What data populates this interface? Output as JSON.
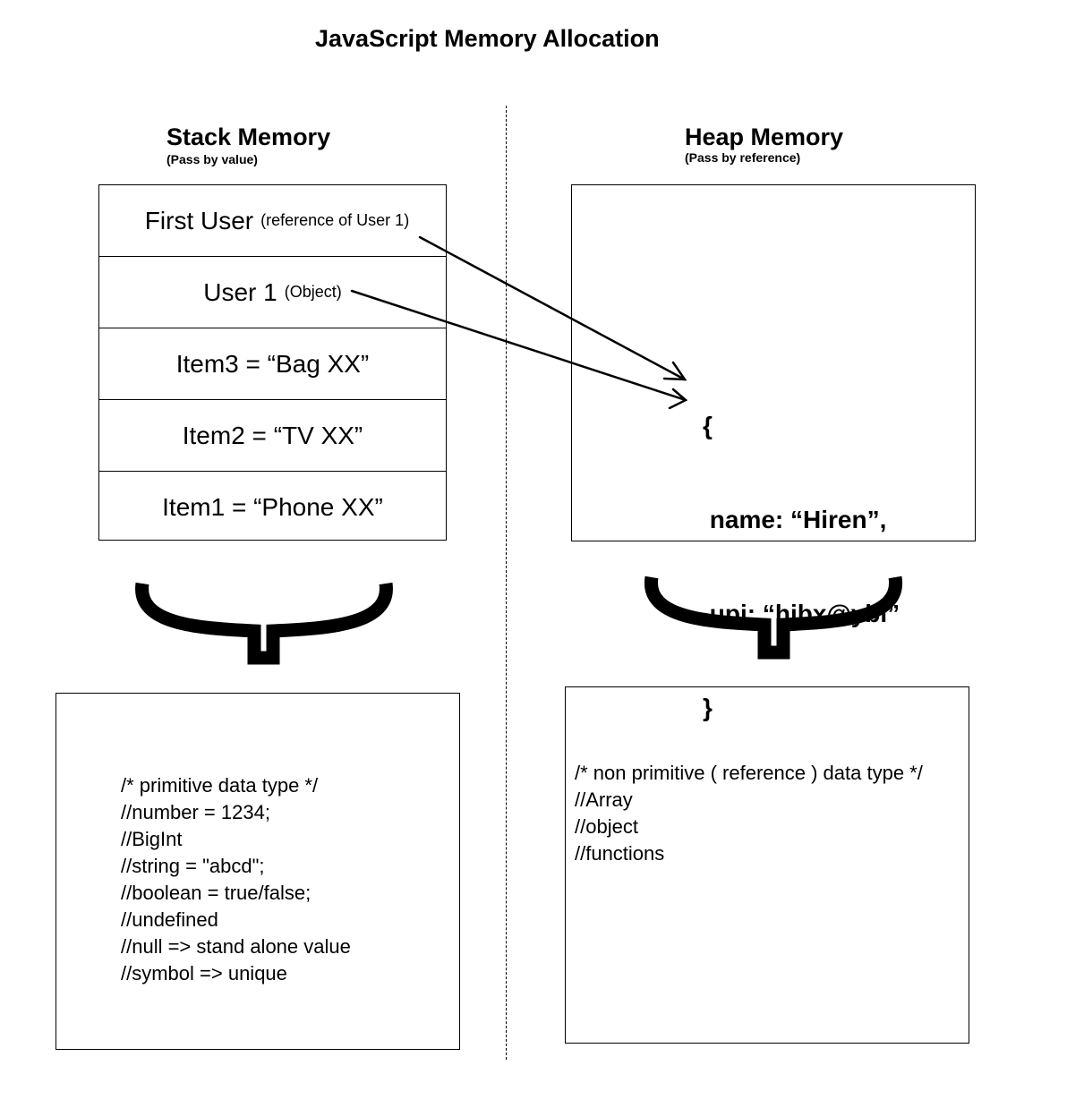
{
  "title": "JavaScript Memory Allocation",
  "stack": {
    "heading": "Stack Memory",
    "subheading": "(Pass by value)",
    "cells": [
      {
        "main": "First User",
        "small": "(reference of User 1)"
      },
      {
        "main": "User 1",
        "small": "(Object)"
      },
      {
        "main": "Item3 = “Bag XX”",
        "small": ""
      },
      {
        "main": "Item2 = “TV XX”",
        "small": ""
      },
      {
        "main": "Item1 = “Phone XX”",
        "small": ""
      }
    ],
    "notes": [
      "/* primitive data type */",
      "//number = 1234;",
      "//BigInt",
      "//string = \"abcd\";",
      "//boolean = true/false;",
      "//undefined",
      "//null => stand alone value",
      "//symbol => unique"
    ]
  },
  "heap": {
    "heading": "Heap Memory",
    "subheading": "(Pass by reference)",
    "object_lines": [
      "{",
      " name: “Hiren”,",
      " upi: “hibx@ybl”",
      "}"
    ],
    "notes": [
      "/* non primitive ( reference ) data type */",
      "//Array",
      "//object",
      "//functions"
    ]
  }
}
